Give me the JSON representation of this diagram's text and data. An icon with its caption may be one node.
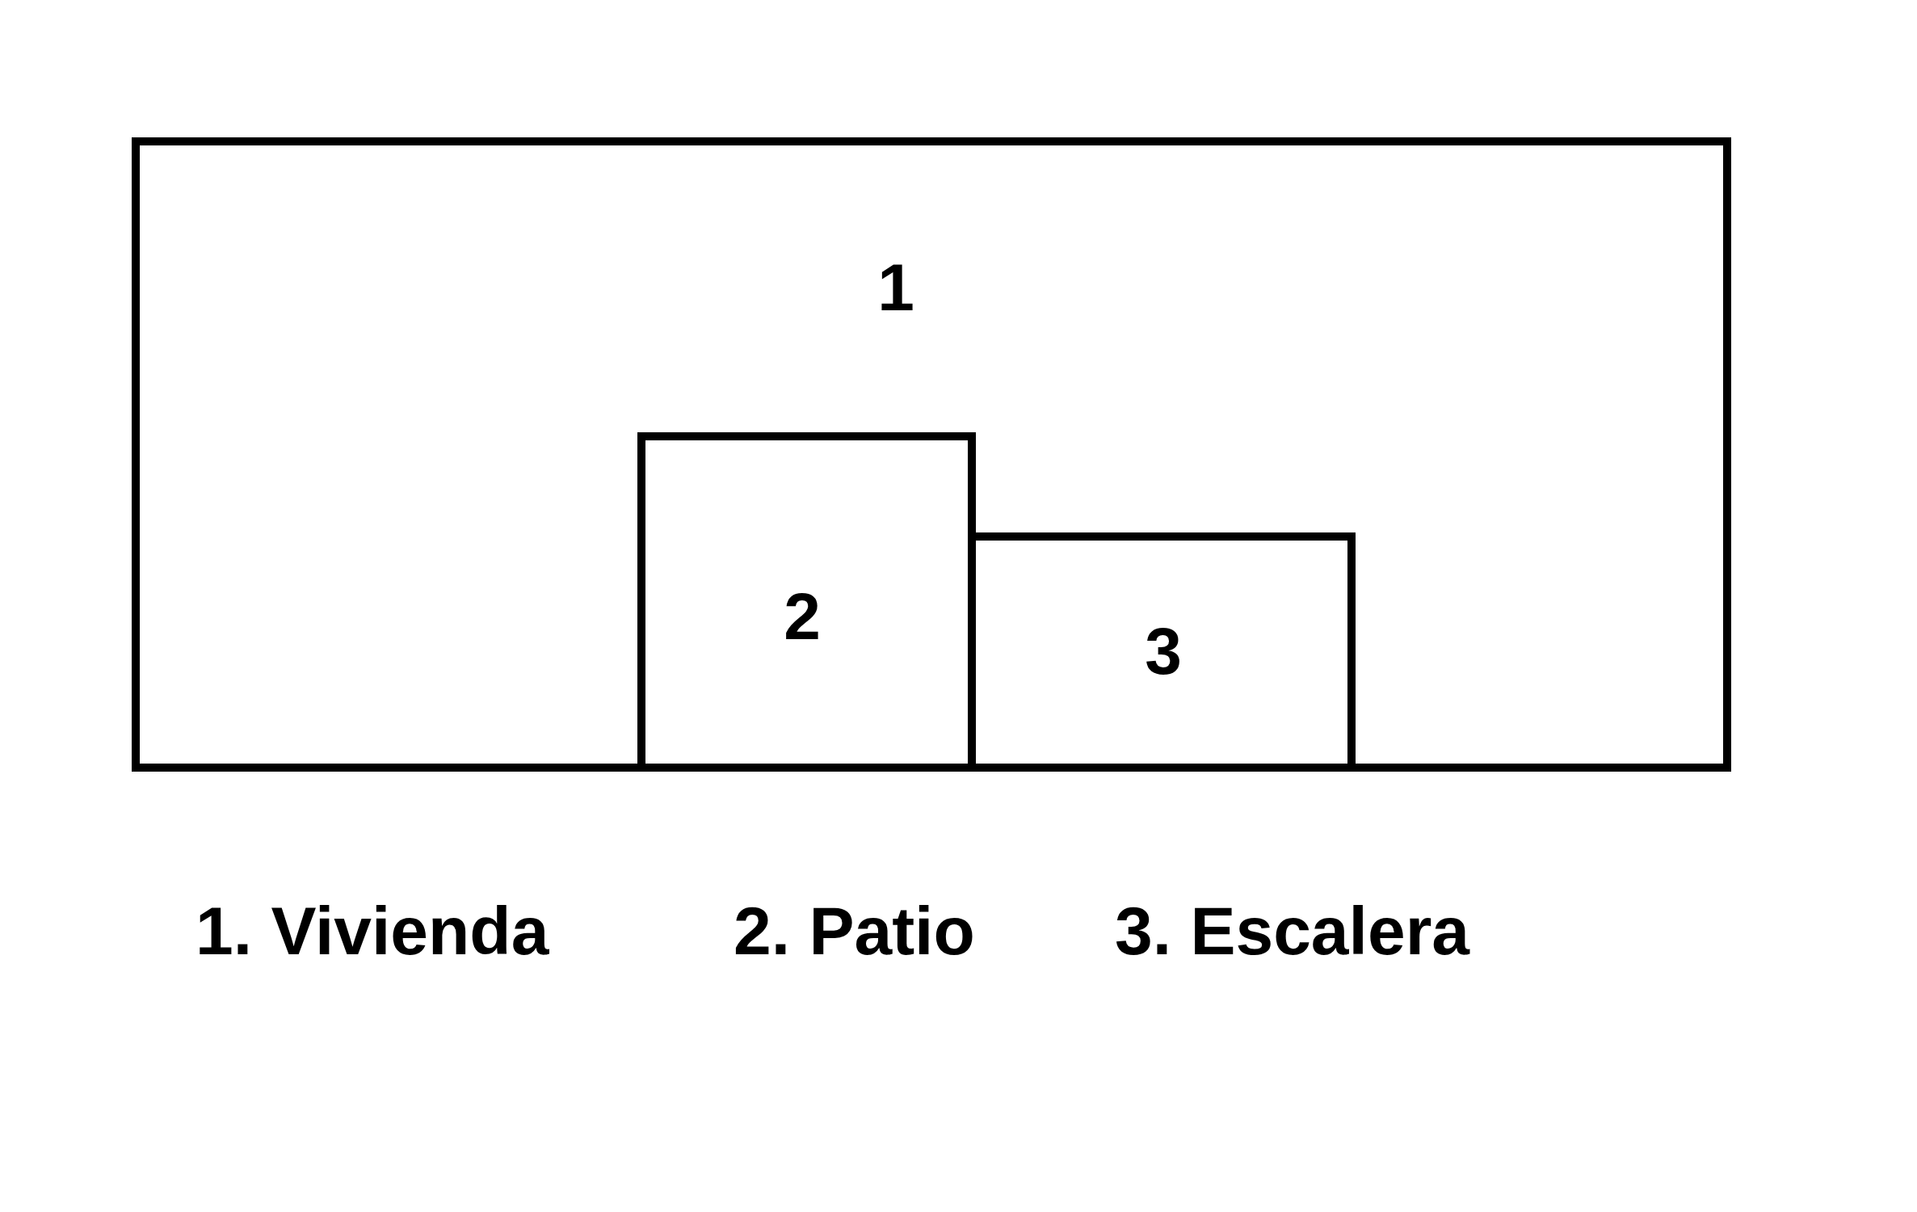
{
  "diagram": {
    "nodes": [
      {
        "text": [
          "1"
        ]
      },
      {
        "text": [
          "2"
        ],
        "in": 0
      },
      {
        "text": [
          "3"
        ],
        "in": 0
      }
    ],
    "labels": [
      "1. Vivienda",
      "2. Patio",
      "3. Escalera"
    ]
  }
}
